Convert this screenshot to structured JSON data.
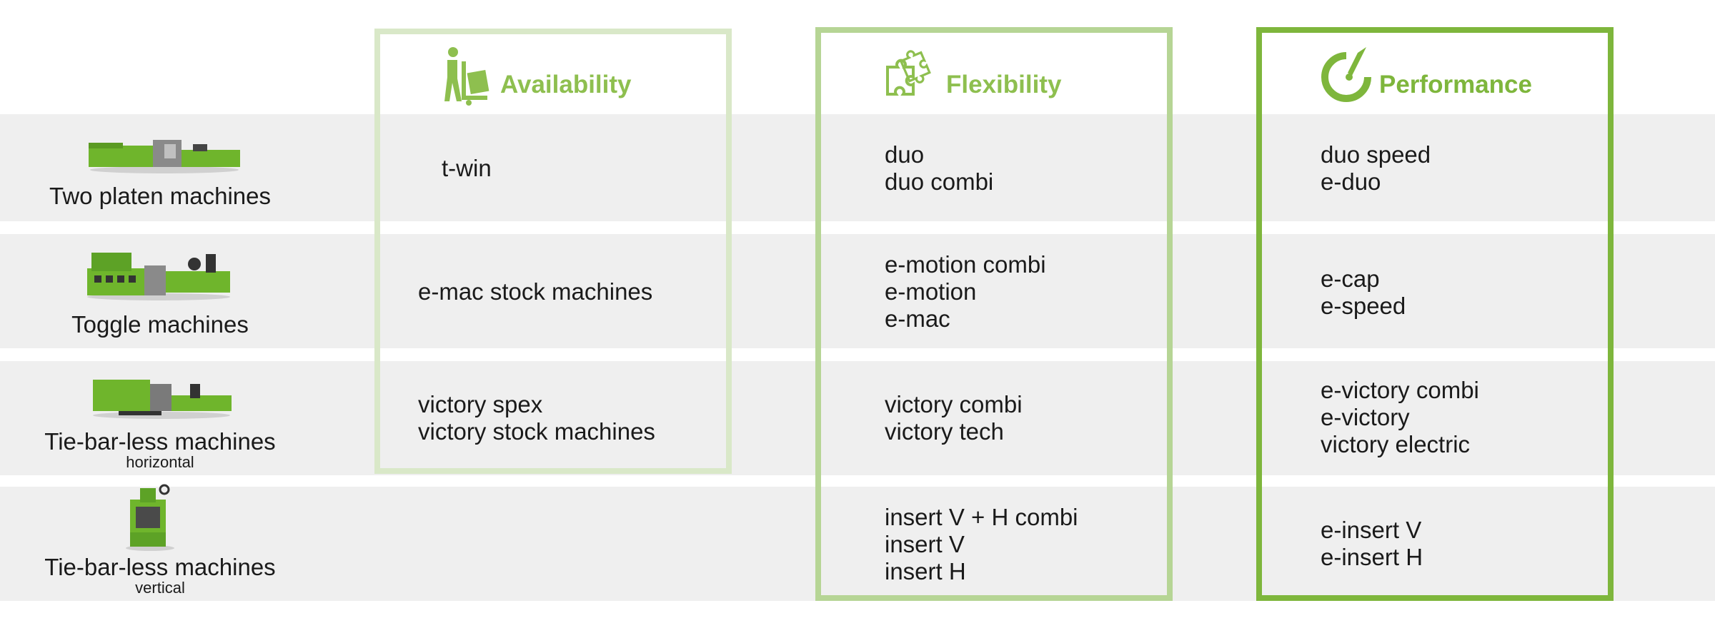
{
  "colors": {
    "green_light": "#d9e8c8",
    "green_mid": "#b6d595",
    "green_dark": "#7eb63c",
    "band": "#efefef"
  },
  "columns": [
    {
      "title": "Availability",
      "icon": "hand-truck-icon"
    },
    {
      "title": "Flexibility",
      "icon": "puzzle-icon"
    },
    {
      "title": "Performance",
      "icon": "speedometer-icon"
    }
  ],
  "rows": [
    {
      "label": "Two platen machines",
      "sublabel": "",
      "machine": "two-platen-machine-image",
      "availability": "t-win",
      "flexibility": "duo\nduo combi",
      "performance": "duo speed\ne-duo"
    },
    {
      "label": "Toggle machines",
      "sublabel": "",
      "machine": "toggle-machine-image",
      "availability": "e-mac stock machines",
      "flexibility": "e-motion combi\ne-motion\ne-mac",
      "performance": "e-cap\ne-speed"
    },
    {
      "label": "Tie-bar-less machines",
      "sublabel": "horizontal",
      "machine": "tie-bar-less-horizontal-machine-image",
      "availability": "victory spex\nvictory stock machines",
      "flexibility": "victory combi\nvictory tech",
      "performance": "e-victory combi\ne-victory\nvictory electric"
    },
    {
      "label": "Tie-bar-less machines",
      "sublabel": "vertical",
      "machine": "tie-bar-less-vertical-machine-image",
      "availability": "",
      "flexibility": "insert V + H combi\ninsert V\ninsert H",
      "performance": "e-insert V\ne-insert H"
    }
  ]
}
